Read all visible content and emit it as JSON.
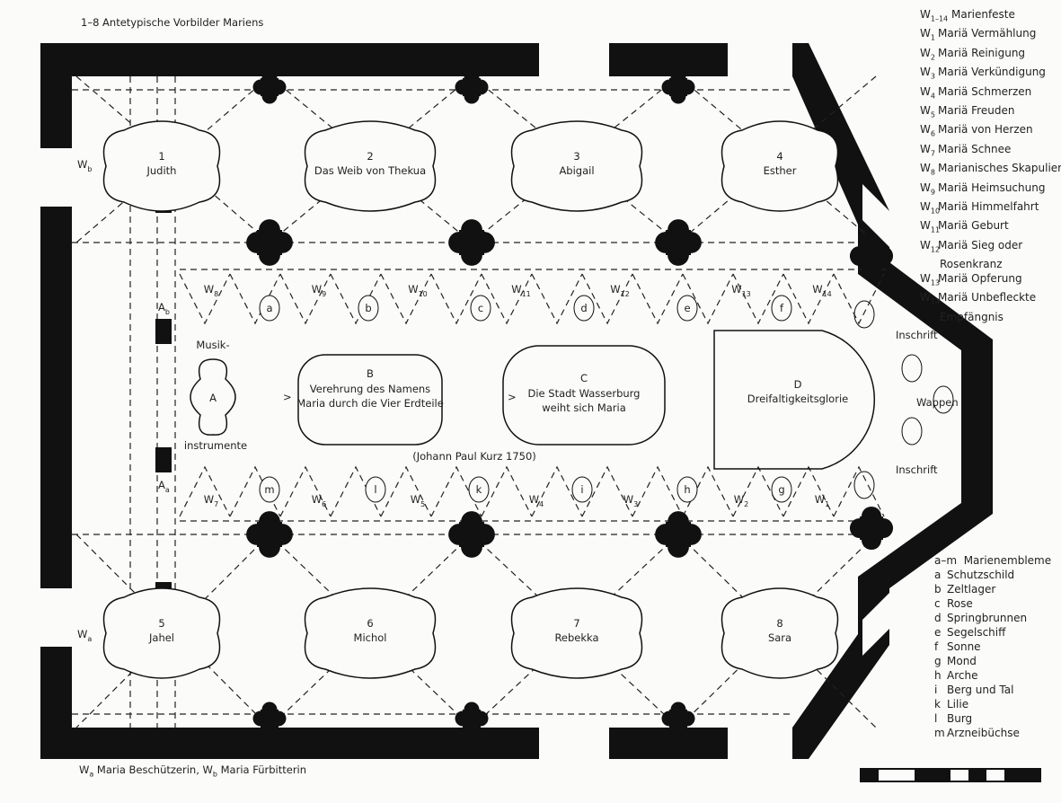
{
  "caption_top": "1–8  Antetypische Vorbilder Mariens",
  "caption_bottom": {
    "wa": "W",
    "wa_sub": "a",
    "wa_text": " Maria Beschützerin, ",
    "wb": "W",
    "wb_sub": "b",
    "wb_text": " Maria Fürbitterin"
  },
  "legend_w": {
    "header": {
      "key": "W",
      "sub": "1–14",
      "text": "Marienfeste"
    },
    "items": [
      {
        "sub": "1",
        "text": "Mariä Vermählung"
      },
      {
        "sub": "2",
        "text": "Mariä Reinigung"
      },
      {
        "sub": "3",
        "text": "Mariä Verkündigung"
      },
      {
        "sub": "4",
        "text": "Mariä Schmerzen"
      },
      {
        "sub": "5",
        "text": "Mariä Freuden"
      },
      {
        "sub": "6",
        "text": "Mariä von Herzen"
      },
      {
        "sub": "7",
        "text": "Mariä Schnee"
      },
      {
        "sub": "8",
        "text": "Marianisches Skapulier"
      },
      {
        "sub": "9",
        "text": "Mariä Heimsuchung"
      },
      {
        "sub": "10",
        "text": "Mariä Himmelfahrt"
      },
      {
        "sub": "11",
        "text": "Mariä Geburt"
      },
      {
        "sub": "12",
        "text": "Mariä Sieg oder",
        "text2": "Rosenkranz"
      },
      {
        "sub": "13",
        "text": "Mariä Opferung"
      },
      {
        "sub": "14",
        "text": "Mariä Unbefleckte",
        "text2": "Empfängnis"
      }
    ]
  },
  "legend_emblems": {
    "header": {
      "key": "a–m",
      "text": "Marienembleme"
    },
    "items": [
      {
        "key": "a",
        "text": "Schutzschild"
      },
      {
        "key": "b",
        "text": "Zeltlager"
      },
      {
        "key": "c",
        "text": "Rose"
      },
      {
        "key": "d",
        "text": "Springbrunnen"
      },
      {
        "key": "e",
        "text": "Segelschiff"
      },
      {
        "key": "f",
        "text": "Sonne"
      },
      {
        "key": "g",
        "text": "Mond"
      },
      {
        "key": "h",
        "text": "Arche"
      },
      {
        "key": "i",
        "text": "Berg und Tal"
      },
      {
        "key": "k",
        "text": "Lilie"
      },
      {
        "key": "l",
        "text": "Burg"
      },
      {
        "key": "m",
        "text": "Arzneibüchse"
      }
    ]
  },
  "plan": {
    "fields": [
      {
        "num": "1",
        "name": "Judith"
      },
      {
        "num": "2",
        "name": "Das Weib von Thekua"
      },
      {
        "num": "3",
        "name": "Abigail"
      },
      {
        "num": "4",
        "name": "Esther"
      },
      {
        "num": "5",
        "name": "Jahel"
      },
      {
        "num": "6",
        "name": "Michol"
      },
      {
        "num": "7",
        "name": "Rebekka"
      },
      {
        "num": "8",
        "name": "Sara"
      }
    ],
    "A": {
      "letter": "A",
      "top": "Musik-",
      "bottom": "instrumente"
    },
    "B": {
      "letter": "B",
      "line1": "Verehrung des Namens",
      "line2": "Maria durch die Vier Erdteile"
    },
    "C": {
      "letter": "C",
      "line1": "Die Stadt Wasserburg",
      "line2": "weiht sich Maria"
    },
    "D": {
      "letter": "D",
      "line1": "Dreifaltigkeitsglorie"
    },
    "arrow": ">",
    "artist": "(Johann Paul Kurz 1750)",
    "inscription": "Inschrift",
    "coat_of_arms": "Wappen",
    "Wa": {
      "base": "W",
      "sub": "a"
    },
    "Wb": {
      "base": "W",
      "sub": "b"
    },
    "Aa": {
      "base": "A",
      "sub": "a"
    },
    "Ab": {
      "base": "A",
      "sub": "b"
    },
    "w_top": [
      "8",
      "9",
      "10",
      "11",
      "12",
      "13",
      "14"
    ],
    "w_bottom": [
      "7",
      "6",
      "5",
      "4",
      "3",
      "2",
      "1"
    ],
    "emblems_top": [
      "a",
      "b",
      "c",
      "d",
      "e",
      "f"
    ],
    "emblems_bottom": [
      "m",
      "l",
      "k",
      "i",
      "h",
      "g"
    ]
  }
}
